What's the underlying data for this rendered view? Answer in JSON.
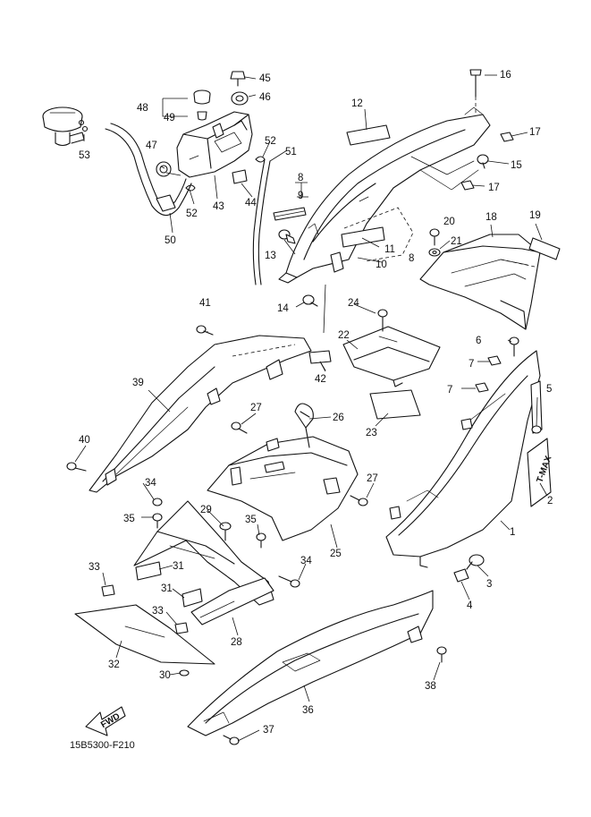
{
  "diagram": {
    "drawing_code": "15B5300-F210",
    "fwd_arrow_text": "FWD",
    "side_cover_logo_text": "T-MAX",
    "callouts": [
      {
        "id": "c1",
        "label": "1"
      },
      {
        "id": "c2",
        "label": "2"
      },
      {
        "id": "c3",
        "label": "3"
      },
      {
        "id": "c4",
        "label": "4"
      },
      {
        "id": "c5",
        "label": "5"
      },
      {
        "id": "c6",
        "label": "6"
      },
      {
        "id": "c7a",
        "label": "7"
      },
      {
        "id": "c7b",
        "label": "7"
      },
      {
        "id": "c8a",
        "label": "8"
      },
      {
        "id": "c8b",
        "label": "8"
      },
      {
        "id": "c9",
        "label": "9"
      },
      {
        "id": "c10",
        "label": "10"
      },
      {
        "id": "c11",
        "label": "11"
      },
      {
        "id": "c12",
        "label": "12"
      },
      {
        "id": "c13",
        "label": "13"
      },
      {
        "id": "c14",
        "label": "14"
      },
      {
        "id": "c15",
        "label": "15"
      },
      {
        "id": "c16",
        "label": "16"
      },
      {
        "id": "c17a",
        "label": "17"
      },
      {
        "id": "c17b",
        "label": "17"
      },
      {
        "id": "c18",
        "label": "18"
      },
      {
        "id": "c19",
        "label": "19"
      },
      {
        "id": "c20",
        "label": "20"
      },
      {
        "id": "c21",
        "label": "21"
      },
      {
        "id": "c22",
        "label": "22"
      },
      {
        "id": "c23",
        "label": "23"
      },
      {
        "id": "c24",
        "label": "24"
      },
      {
        "id": "c25",
        "label": "25"
      },
      {
        "id": "c26",
        "label": "26"
      },
      {
        "id": "c27a",
        "label": "27"
      },
      {
        "id": "c27b",
        "label": "27"
      },
      {
        "id": "c28",
        "label": "28"
      },
      {
        "id": "c29",
        "label": "29"
      },
      {
        "id": "c30",
        "label": "30"
      },
      {
        "id": "c31a",
        "label": "31"
      },
      {
        "id": "c31b",
        "label": "31"
      },
      {
        "id": "c32",
        "label": "32"
      },
      {
        "id": "c33a",
        "label": "33"
      },
      {
        "id": "c33b",
        "label": "33"
      },
      {
        "id": "c34a",
        "label": "34"
      },
      {
        "id": "c34b",
        "label": "34"
      },
      {
        "id": "c35a",
        "label": "35"
      },
      {
        "id": "c35b",
        "label": "35"
      },
      {
        "id": "c36",
        "label": "36"
      },
      {
        "id": "c37",
        "label": "37"
      },
      {
        "id": "c38",
        "label": "38"
      },
      {
        "id": "c39",
        "label": "39"
      },
      {
        "id": "c40",
        "label": "40"
      },
      {
        "id": "c41",
        "label": "41"
      },
      {
        "id": "c42",
        "label": "42"
      },
      {
        "id": "c43",
        "label": "43"
      },
      {
        "id": "c44",
        "label": "44"
      },
      {
        "id": "c45",
        "label": "45"
      },
      {
        "id": "c46",
        "label": "46"
      },
      {
        "id": "c47",
        "label": "47"
      },
      {
        "id": "c48",
        "label": "48"
      },
      {
        "id": "c49",
        "label": "49"
      },
      {
        "id": "c50",
        "label": "50"
      },
      {
        "id": "c51",
        "label": "51"
      },
      {
        "id": "c52a",
        "label": "52"
      },
      {
        "id": "c52b",
        "label": "52"
      },
      {
        "id": "c53",
        "label": "53"
      }
    ]
  }
}
